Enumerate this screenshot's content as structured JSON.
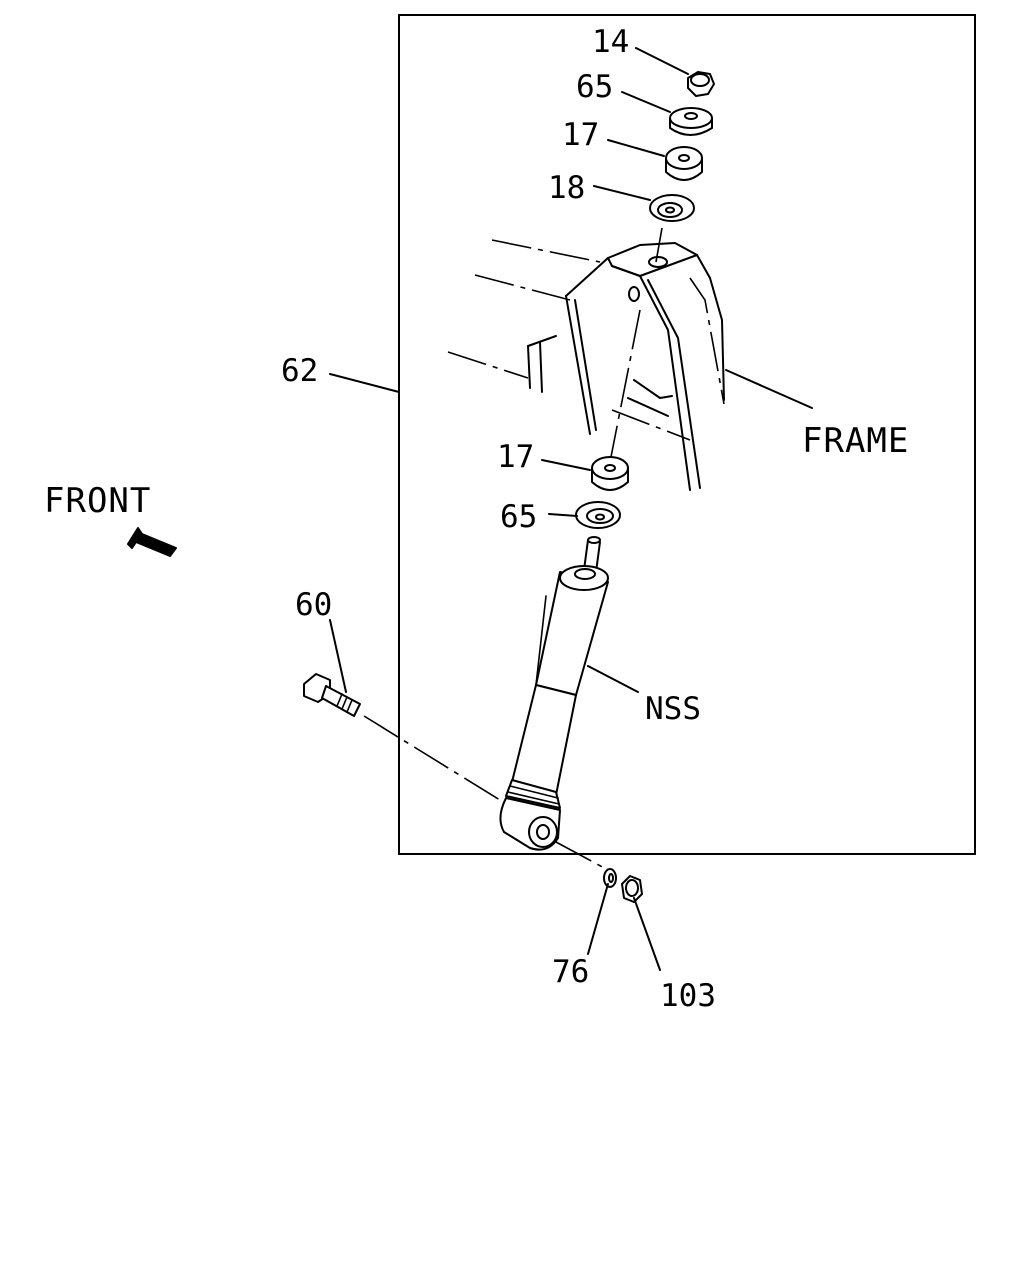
{
  "labels": {
    "p14": "14",
    "p65_top": "65",
    "p17_top": "17",
    "p18": "18",
    "p62": "62",
    "frame": "FRAME",
    "front": "FRONT",
    "p17_low": "17",
    "p65_low": "65",
    "p60": "60",
    "nss": "NSS",
    "p76": "76",
    "p103": "103"
  }
}
